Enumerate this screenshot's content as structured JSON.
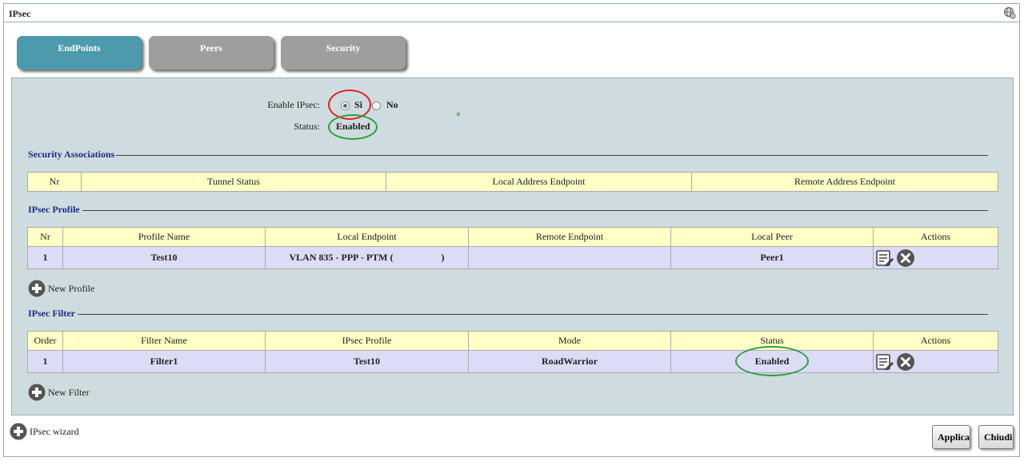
{
  "window": {
    "title": "IPsec"
  },
  "tabs": [
    {
      "label": "EndPoints",
      "active": true
    },
    {
      "label": "Peers",
      "active": false
    },
    {
      "label": "Security",
      "active": false
    }
  ],
  "enable": {
    "label": "Enable IPsec:",
    "option_yes": "Si",
    "option_no": "No",
    "selected": "Si",
    "status_label": "Status:",
    "status_value": "Enabled"
  },
  "security_associations": {
    "title": "Security Associations",
    "columns": [
      "Nr",
      "Tunnel Status",
      "Local Address Endpoint",
      "Remote Address Endpoint"
    ]
  },
  "ipsec_profile": {
    "title": "IPsec Profile",
    "columns": [
      "Nr",
      "Profile Name",
      "Local Endpoint",
      "Remote Endpoint",
      "Local Peer",
      "Actions"
    ],
    "rows": [
      {
        "nr": "1",
        "profile_name": "Test10",
        "local_endpoint": "VLAN 835 - PPP - PTM (                    )",
        "remote_endpoint": "",
        "local_peer": "Peer1"
      }
    ],
    "new_label": "New Profile"
  },
  "ipsec_filter": {
    "title": "IPsec Filter",
    "columns": [
      "Order",
      "Filter Name",
      "IPsec Profile",
      "Mode",
      "Status",
      "Actions"
    ],
    "rows": [
      {
        "order": "1",
        "filter_name": "Filter1",
        "ipsec_profile": "Test10",
        "mode": "RoadWarrior",
        "status": "Enabled"
      }
    ],
    "new_label": "New Filter"
  },
  "wizard": {
    "label": "IPsec wizard"
  },
  "buttons": {
    "apply": "Applica",
    "close": "Chiudi"
  },
  "colors": {
    "tab_active": "#4b9aad",
    "tab_inactive": "#9e9e9e",
    "panel_bg": "#cfdcdf",
    "header_bg": "#ffffc6",
    "row_bg": "#dcdcf6",
    "section_title": "#1b2a8a",
    "highlight_red": "#e02020",
    "highlight_green": "#2aa040"
  }
}
